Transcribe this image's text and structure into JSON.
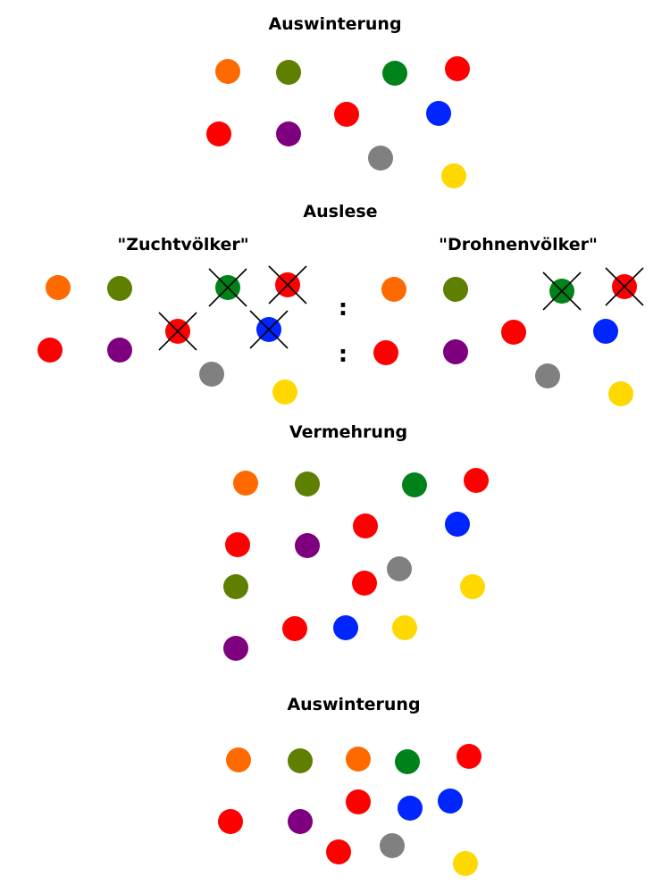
{
  "headings": {
    "auswinterung_1": "Auswinterung",
    "auslese": "Auslese",
    "zuchtvoelker": "\"Zuchtvölker\"",
    "drohnenvoelker": "\"Drohnenvölker\"",
    "vermehrung": "Vermehrung",
    "auswinterung_2": "Auswinterung"
  },
  "colors": {
    "orange": "#ff6a00",
    "olive": "#5f7f00",
    "green": "#00821a",
    "red": "#ff0000",
    "purple": "#7f007f",
    "blue": "#0025ff",
    "gray": "#808080",
    "yellow": "#ffd800"
  },
  "separator": ":"
}
